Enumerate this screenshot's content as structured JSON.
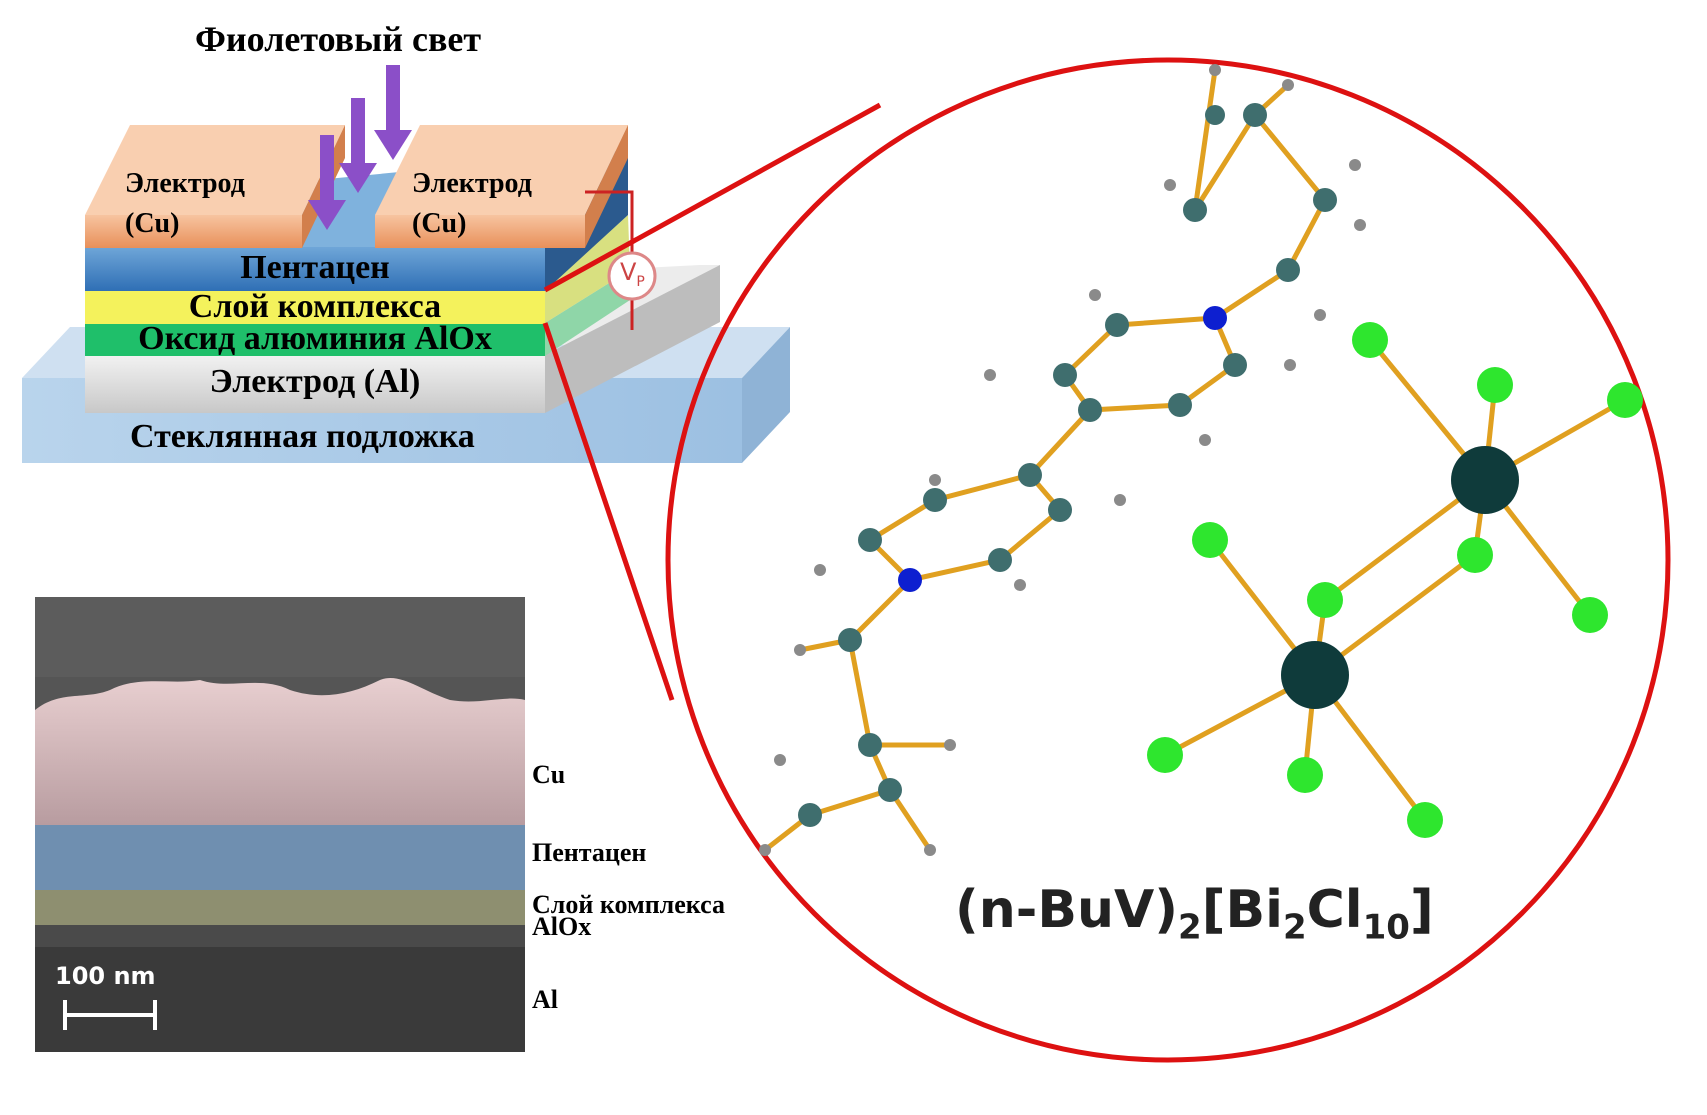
{
  "title": "Фиолетовый свет",
  "device": {
    "electrode_left": {
      "line1": "Электрод",
      "line2": "(Cu)"
    },
    "electrode_right": {
      "line1": "Электрод",
      "line2": "(Cu)"
    },
    "layers": [
      {
        "label": "Пентацен",
        "color": "#3b7fc4"
      },
      {
        "label": "Слой комплекса",
        "color": "#f4f25c"
      },
      {
        "label": "Оксид алюминия AlOx",
        "color": "#1fbf6a"
      },
      {
        "label": "Электрод (Al)",
        "color": "#d8d8d8"
      },
      {
        "label": "Стеклянная подложка",
        "color": "#a9c9e6"
      }
    ],
    "electrode_color": "#f0a070",
    "arrow_color": "#8b4fc8",
    "voltmeter_symbol": "V",
    "voltmeter_subscript": "P"
  },
  "sem_image": {
    "scale_bar": "100 nm",
    "labels": [
      "Cu",
      "Пентацен",
      "Слой комплекса",
      "AlOx",
      "Al"
    ]
  },
  "molecule": {
    "formula": {
      "a": "(n-BuV)",
      "b": "2",
      "c": "[Bi",
      "d": "2",
      "e": "Cl",
      "f": "10",
      "g": "]"
    },
    "colors": {
      "carbon": "#3f6e6e",
      "nitrogen": "#0d1fd0",
      "hydrogen": "#8a8a8a",
      "chlorine": "#2ee62e",
      "bismuth": "#0f3b3b",
      "bond": "#e0a020"
    }
  },
  "zoom_outline_color": "#dd1111"
}
